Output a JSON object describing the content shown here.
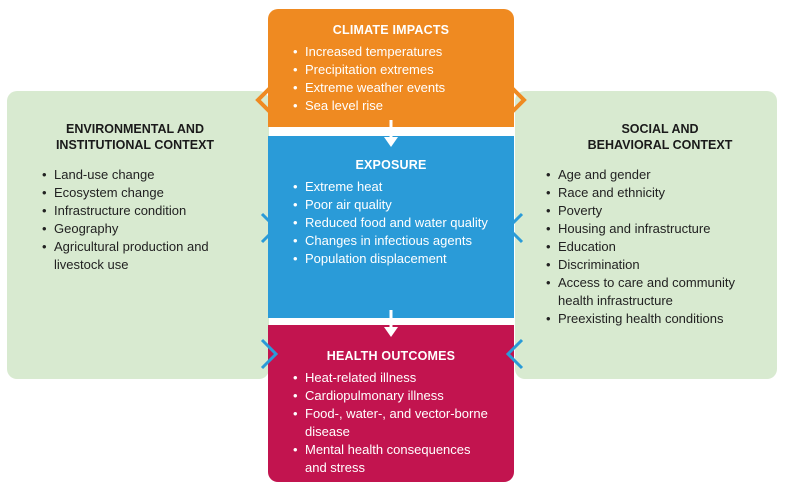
{
  "climate_impacts": {
    "title": "CLIMATE IMPACTS",
    "items": [
      "Increased temperatures",
      "Precipitation extremes",
      "Extreme weather events",
      "Sea level rise"
    ]
  },
  "exposure": {
    "title": "EXPOSURE",
    "items": [
      "Extreme heat",
      "Poor air quality",
      "Reduced food and water quality",
      "Changes in infectious agents",
      "Population displacement"
    ]
  },
  "health_outcomes": {
    "title": "HEALTH OUTCOMES",
    "items": [
      "Heat-related illness",
      "Cardiopulmonary illness",
      "Food-, water-, and vector-borne disease",
      "Mental health consequences and stress"
    ]
  },
  "environmental_context": {
    "title": "ENVIRONMENTAL AND INSTITUTIONAL CONTEXT",
    "items": [
      "Land-use change",
      "Ecosystem change",
      "Infrastructure condition",
      "Geography",
      "Agricultural production and livestock use"
    ]
  },
  "social_context": {
    "title": "SOCIAL AND BEHAVIORAL CONTEXT",
    "items": [
      "Age and gender",
      "Race and ethnicity",
      "Poverty",
      "Housing and infrastructure",
      "Education",
      "Discrimination",
      "Access to care and community health infrastructure",
      "Preexisting health conditions"
    ]
  },
  "colors": {
    "climate": "#ef8a21",
    "exposure": "#2a9bd8",
    "outcomes": "#c2144f",
    "context": "#d8ead0"
  }
}
